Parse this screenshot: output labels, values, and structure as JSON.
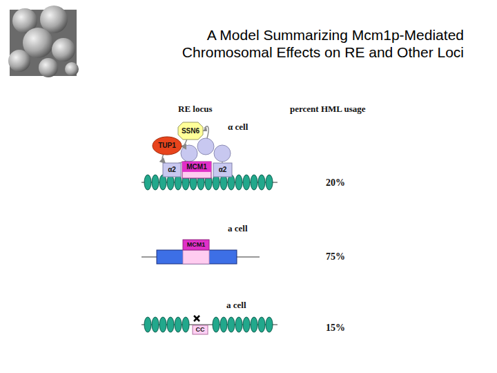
{
  "diagram": {
    "title": "A Model Summarizing Mcm1p-Mediated Chromosomal Effects on RE and Other Loci",
    "nodes": [
      {
        "text": [
          "SSN6"
        ]
      },
      {
        "text": [
          "TUP1"
        ]
      },
      {
        "text": [
          "α2"
        ]
      },
      {
        "text": [
          "MCM1"
        ]
      },
      {
        "text": [
          "α2"
        ]
      },
      {
        "text": [
          "MCM1"
        ]
      },
      {
        "text": [
          "CC"
        ]
      }
    ],
    "edges": [
      {
        "from": 0,
        "to": 1,
        "arrow": "to"
      },
      {
        "from": 1,
        "to": 2,
        "arrow": "to"
      }
    ],
    "labels": [
      "RE locus",
      "percent HML usage",
      "α cell",
      "20%",
      "a cell",
      "75%",
      "a cell",
      "15%"
    ]
  }
}
